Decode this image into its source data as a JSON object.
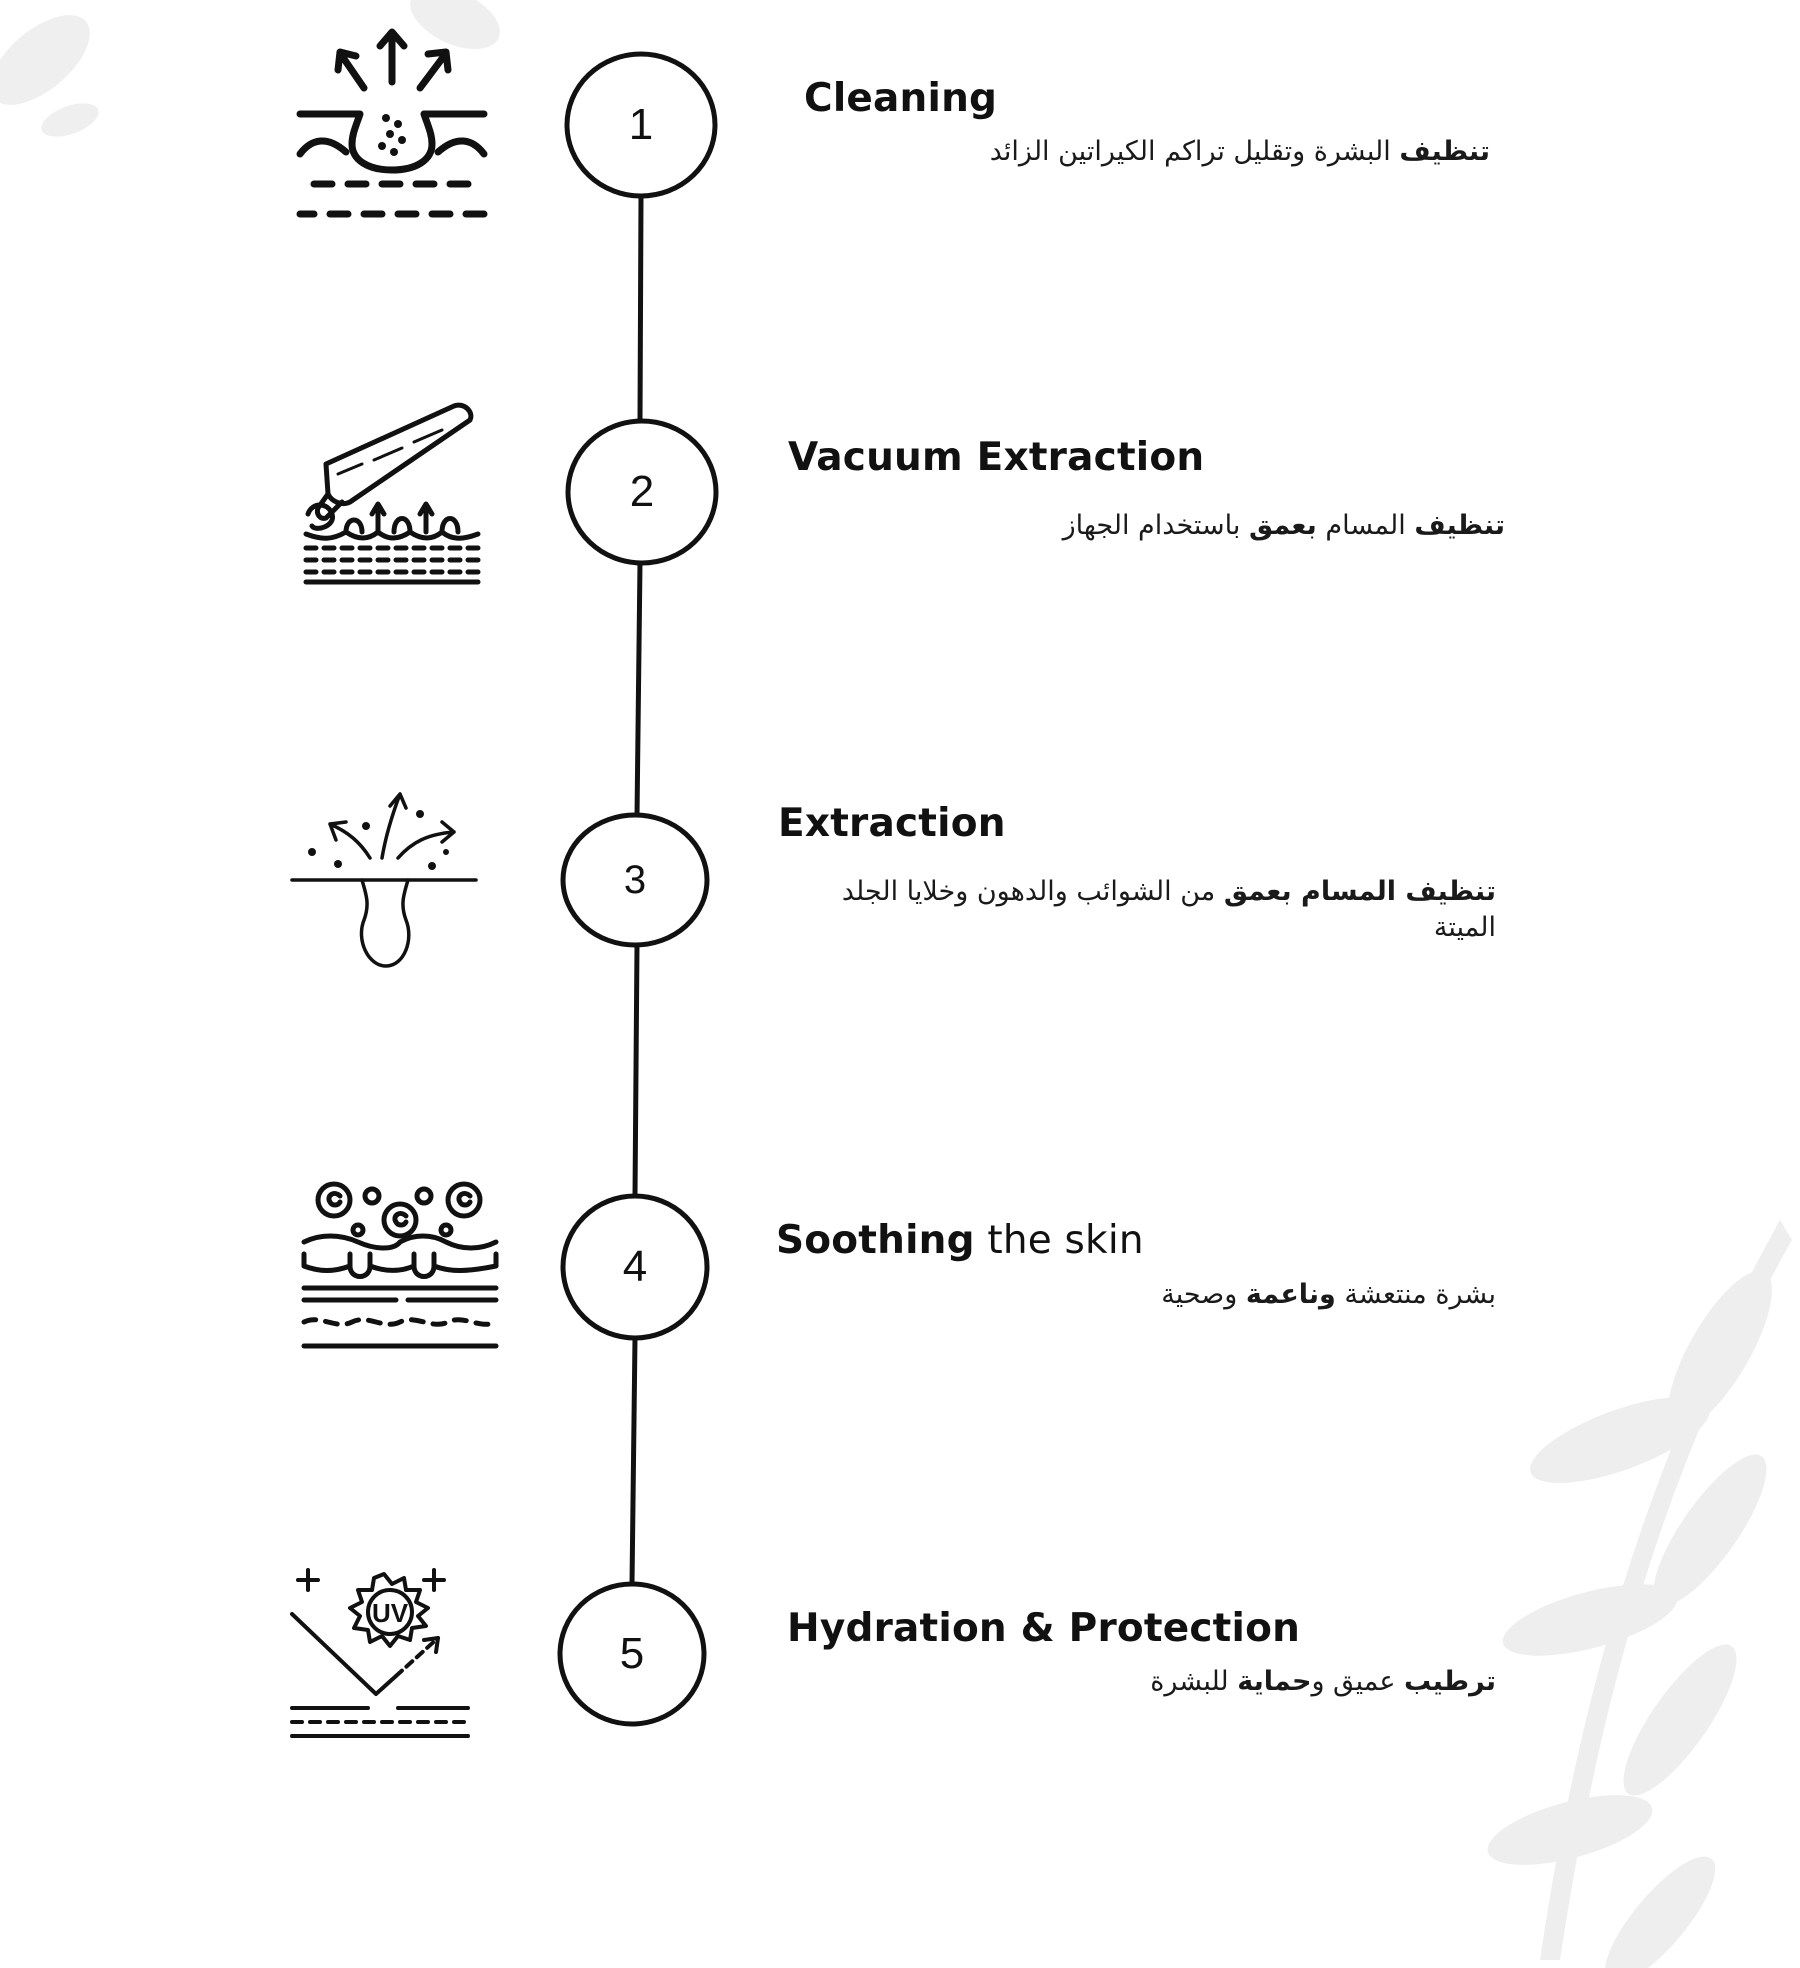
{
  "steps": [
    {
      "number": "1",
      "icon": "pore-cleaning-icon",
      "title": "Cleaning",
      "title_rest": "",
      "desc_parts": [
        {
          "text": "تنظيف",
          "bold": true
        },
        {
          "text": " البشرة وتقليل تراكم الكيراتين الزائد",
          "bold": false
        }
      ]
    },
    {
      "number": "2",
      "icon": "vacuum-extraction-icon",
      "title": "Vacuum Extraction",
      "title_rest": "",
      "desc_parts": [
        {
          "text": "تنظيف",
          "bold": true
        },
        {
          "text": " المسام ",
          "bold": false
        },
        {
          "text": "بعمق",
          "bold": true
        },
        {
          "text": " باستخدام الجهاز",
          "bold": false
        }
      ]
    },
    {
      "number": "3",
      "icon": "pore-extraction-icon",
      "title": "Extraction",
      "title_rest": "",
      "desc_parts": [
        {
          "text": "تنظيف المسام بعمق",
          "bold": true
        },
        {
          "text": " من الشوائب والدهون وخلايا الجلد الميتة",
          "bold": false
        }
      ]
    },
    {
      "number": "4",
      "icon": "skin-layers-soothing-icon",
      "title": "Soothing",
      "title_rest": " the skin",
      "desc_parts": [
        {
          "text": "بشرة منتعشة ",
          "bold": false
        },
        {
          "text": "وناعمة",
          "bold": true
        },
        {
          "text": " وصحية",
          "bold": false
        }
      ]
    },
    {
      "number": "5",
      "icon": "uv-protection-icon",
      "title": "Hydration & Protection",
      "title_rest": "",
      "desc_parts": [
        {
          "text": "ترطيب",
          "bold": true
        },
        {
          "text": " عميق و",
          "bold": false
        },
        {
          "text": "حماية",
          "bold": true
        },
        {
          "text": " للبشرة",
          "bold": false
        }
      ]
    }
  ],
  "colors": {
    "line": "#111111",
    "background": "#ffffff",
    "leaf_shadow": "#ececec"
  }
}
